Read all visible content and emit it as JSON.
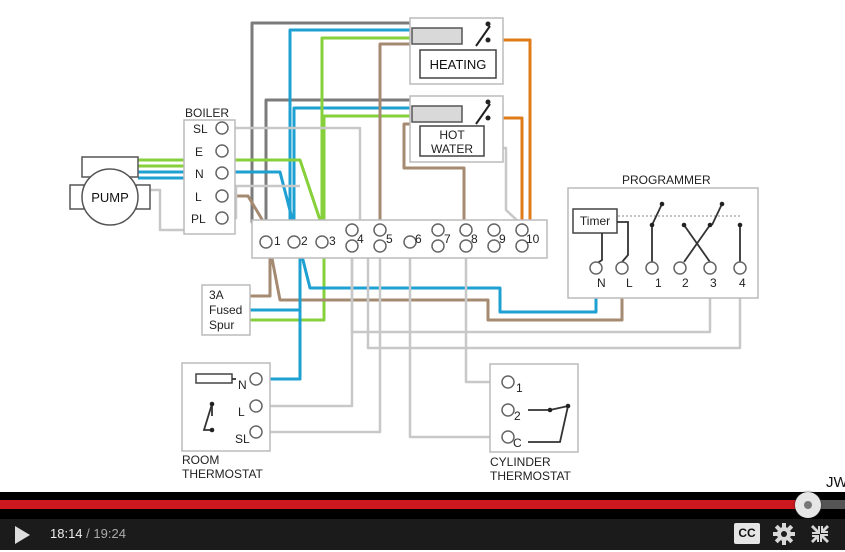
{
  "diagram": {
    "heating_label": "HEATING",
    "hot_label_line1": "HOT",
    "hot_label_line2": "WATER",
    "boiler": {
      "title": "BOILER",
      "terminals": [
        "SL",
        "E",
        "N",
        "L",
        "PL"
      ]
    },
    "pump_label": "PUMP",
    "strip_terminals": [
      "1",
      "2",
      "3",
      "4",
      "5",
      "6",
      "7",
      "8",
      "9",
      "10"
    ],
    "programmer": {
      "title": "PROGRAMMER",
      "timer_label": "Timer",
      "terminals": [
        "N",
        "L",
        "1",
        "2",
        "3",
        "4"
      ]
    },
    "spur_lines": [
      "3A",
      "Fused",
      "Spur"
    ],
    "room_thermostat": {
      "terminals": [
        "N",
        "L",
        "SL"
      ],
      "title_line1": "ROOM",
      "title_line2": "THERMOSTAT"
    },
    "cylinder_thermostat": {
      "terminals": [
        "1",
        "2",
        "C"
      ],
      "title_line1": "CYLINDER",
      "title_line2": "THERMOSTAT"
    },
    "watermark": "JW",
    "colors": {
      "grey": "#7b7b7b",
      "blue": "#1ea0d2",
      "green": "#86d13b",
      "brown": "#a58a72",
      "orange": "#e07b1a",
      "light_grey": "#c8c8c8"
    }
  },
  "player": {
    "current_time": "18:14",
    "separator": " / ",
    "duration": "19:24",
    "progress": 0.956,
    "cc_label": "CC",
    "play_icon": "play-icon",
    "settings_icon": "gear-icon",
    "fullscreen_icon": "exit-fullscreen-icon"
  }
}
